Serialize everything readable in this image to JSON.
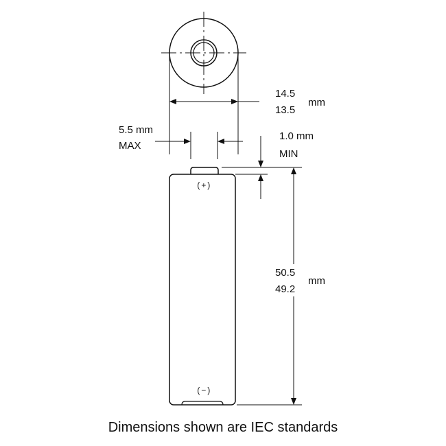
{
  "dimensions": {
    "diameter": {
      "max": "14.5",
      "min": "13.5",
      "unit": "mm"
    },
    "terminal_diameter": {
      "value": "5.5 mm",
      "qualifier": "MAX"
    },
    "terminal_height": {
      "value": "1.0 mm",
      "qualifier": "MIN"
    },
    "length": {
      "max": "50.5",
      "min": "49.2",
      "unit": "mm"
    }
  },
  "terminals": {
    "positive": "(+)",
    "negative": "(−)"
  },
  "caption": "Dimensions shown are IEC standards",
  "colors": {
    "line": "#111111",
    "background": "#ffffff"
  }
}
